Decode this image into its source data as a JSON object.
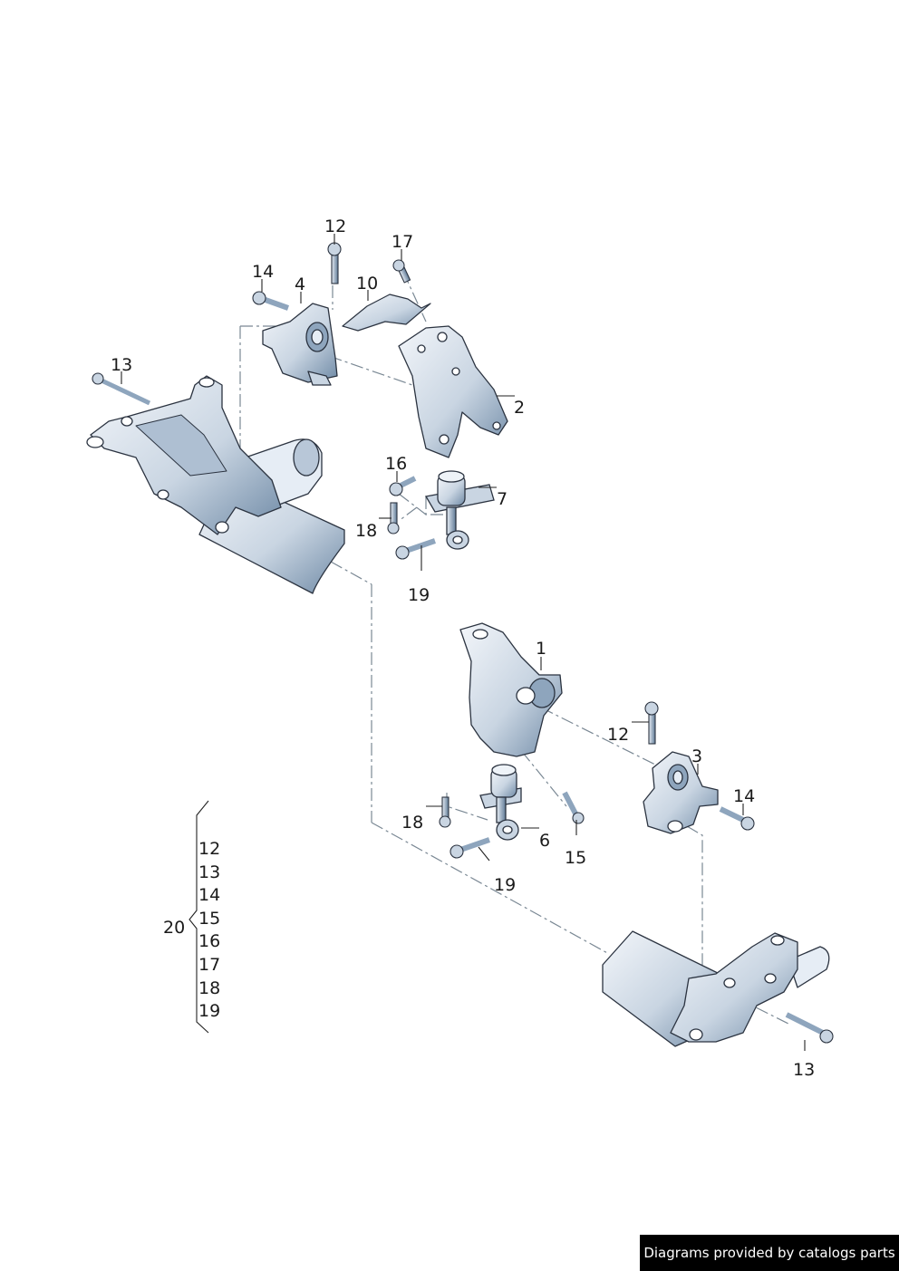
{
  "callouts": {
    "c1": "1",
    "c2": "2",
    "c3": "3",
    "c4": "4",
    "c6": "6",
    "c7": "7",
    "c10": "10",
    "c12a": "12",
    "c12b": "12",
    "c13a": "13",
    "c13b": "13",
    "c14a": "14",
    "c14b": "14",
    "c15": "15",
    "c16": "16",
    "c17": "17",
    "c18a": "18",
    "c18b": "18",
    "c19a": "19",
    "c19b": "19"
  },
  "kit": {
    "label": "20",
    "items": [
      "12",
      "13",
      "14",
      "15",
      "16",
      "17",
      "18",
      "19"
    ]
  },
  "credit": "Diagrams provided by catalogs parts",
  "colors": {
    "part_fill": "#dfe7f1",
    "part_shade": "#6f8aa6",
    "outline": "#2b3340",
    "leader": "#222222",
    "dashdot": "#7a8894",
    "banner": "#000000"
  }
}
